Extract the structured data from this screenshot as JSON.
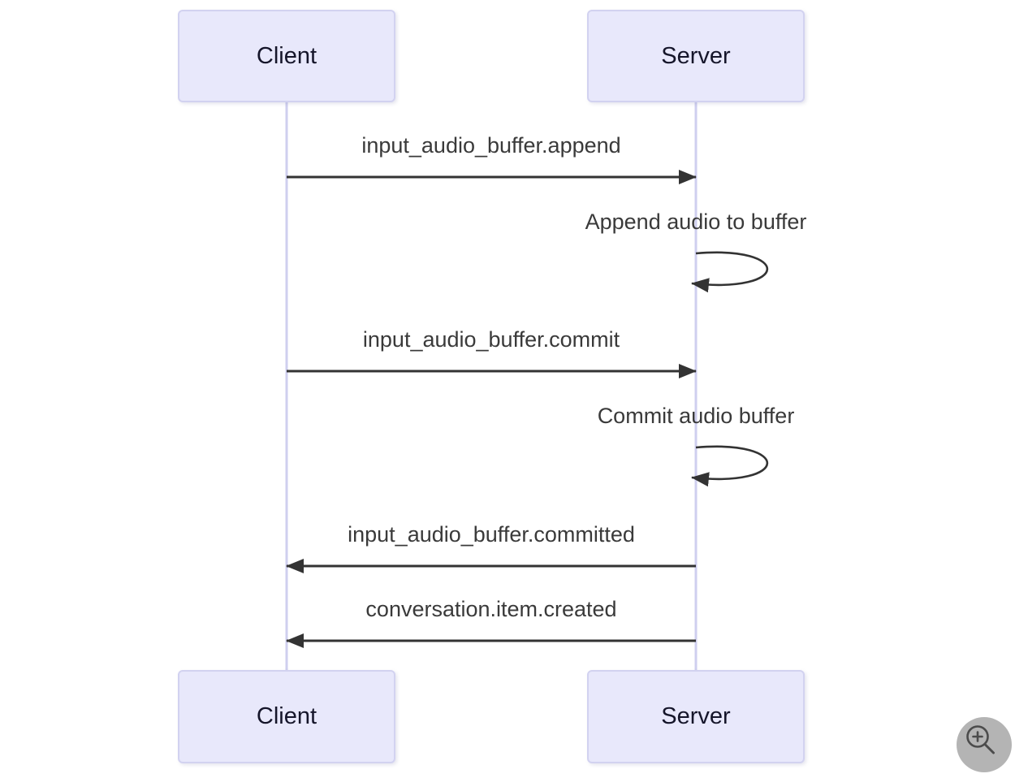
{
  "diagram": {
    "type": "sequence",
    "actors": {
      "client": "Client",
      "server": "Server"
    },
    "messages": [
      {
        "label": "input_audio_buffer.append",
        "from": "client",
        "to": "server",
        "kind": "solid-arrow"
      },
      {
        "label": "Append audio to buffer",
        "from": "server",
        "to": "server",
        "kind": "self-loop"
      },
      {
        "label": "input_audio_buffer.commit",
        "from": "client",
        "to": "server",
        "kind": "solid-arrow"
      },
      {
        "label": "Commit audio buffer",
        "from": "server",
        "to": "server",
        "kind": "self-loop"
      },
      {
        "label": "input_audio_buffer.committed",
        "from": "server",
        "to": "client",
        "kind": "solid-arrow"
      },
      {
        "label": "conversation.item.created",
        "from": "server",
        "to": "client",
        "kind": "solid-arrow"
      }
    ],
    "colors": {
      "actor_fill": "#E8E8FB",
      "actor_border": "#D2D2F0",
      "actor_text": "#15152A",
      "lifeline": "#CFCFEF",
      "arrow": "#333333",
      "message_text": "#3A3A3A"
    }
  },
  "controls": {
    "zoom_in_icon": "magnifier-plus-icon"
  }
}
